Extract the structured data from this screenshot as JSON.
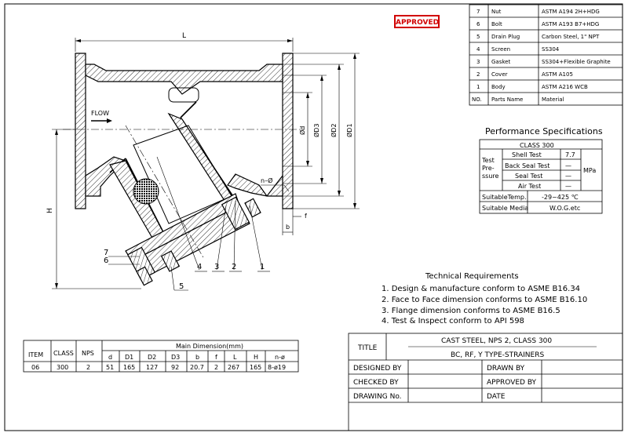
{
  "stamp": "APPROVED",
  "dimensions": {
    "L": "L",
    "H": "H",
    "d": "Ød",
    "D1": "ØD1",
    "D2": "ØD2",
    "D3": "ØD3",
    "b": "b",
    "f": "f",
    "n_phi": "n–Ø",
    "flow": "FLOW"
  },
  "balloons": [
    "1",
    "2",
    "3",
    "4",
    "5",
    "6",
    "7"
  ],
  "parts": {
    "header": {
      "no": "NO.",
      "name": "Parts Name",
      "material": "Material"
    },
    "rows": [
      {
        "no": "7",
        "name": "Nut",
        "material": "ASTM A194 2H+HDG"
      },
      {
        "no": "6",
        "name": "Bolt",
        "material": "ASTM A193 B7+HDG"
      },
      {
        "no": "5",
        "name": "Drain Plug",
        "material": "Carbon Steel, 1\" NPT"
      },
      {
        "no": "4",
        "name": "Screen",
        "material": "SS304"
      },
      {
        "no": "3",
        "name": "Gasket",
        "material": "SS304+Flexible Graphite"
      },
      {
        "no": "2",
        "name": "Cover",
        "material": "ASTM A105"
      },
      {
        "no": "1",
        "name": "Body",
        "material": "ASTM A216 WCB"
      }
    ]
  },
  "performance": {
    "title": "Performance Specifications",
    "class": "CLASS 300",
    "test_label": [
      "Test",
      "Pre-",
      "ssure"
    ],
    "rows": [
      {
        "name": "Shell Test",
        "value": "7.7"
      },
      {
        "name": "Back Seal Test",
        "value": "—"
      },
      {
        "name": "Seal Test",
        "value": "—"
      },
      {
        "name": "Air Test",
        "value": "—"
      }
    ],
    "unit": "MPa",
    "temp_label": "SuitableTemp.",
    "temp_value": "-29~425 ℃",
    "media_label": "Suitable Media",
    "media_value": "W.O.G.etc"
  },
  "requirements": {
    "title": "Technical Requirements",
    "items": [
      "1. Design & manufacture conform to ASME B16.34",
      "2. Face to Face dimension conforms to ASME B16.10",
      "3. Flange dimension conforms to ASME B16.5",
      "4. Test & Inspect conform to API 598"
    ]
  },
  "dim_table": {
    "title": "Main Dimension(mm)",
    "fixed_headers": [
      "ITEM",
      "CLASS",
      "NPS"
    ],
    "sub_headers": [
      "d",
      "D1",
      "D2",
      "D3",
      "b",
      "f",
      "L",
      "H",
      "n-ø"
    ],
    "row": [
      "06",
      "300",
      "2",
      "51",
      "165",
      "127",
      "92",
      "20.7",
      "2",
      "267",
      "165",
      "8-ø19"
    ]
  },
  "title_block": {
    "title_label": "TITLE",
    "title_line1": "CAST STEEL, NPS 2, CLASS 300",
    "title_line2": "BC, RF, Y TYPE-STRAINERS",
    "designed_by": "DESIGNED BY",
    "drawn_by": "DRAWN BY",
    "checked_by": "CHECKED  BY",
    "approved_by": "APPROVED BY",
    "drawing_no": "DRAWING No.",
    "date": "DATE"
  }
}
